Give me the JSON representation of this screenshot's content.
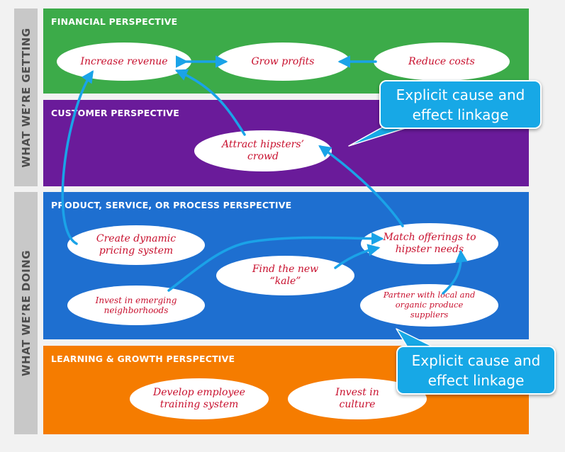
{
  "sides": {
    "top_label": "WHAT WE’RE GETTING",
    "bottom_label": "WHAT WE’RE DOING"
  },
  "bands": {
    "financial": {
      "title": "FINANCIAL PERSPECTIVE",
      "color": "#3cab49"
    },
    "customer": {
      "title": "CUSTOMER PERSPECTIVE",
      "color": "#6a1b9a"
    },
    "process": {
      "title": "PRODUCT, SERVICE, OR PROCESS PERSPECTIVE",
      "color": "#1e6fd0"
    },
    "learning": {
      "title": "LEARNING & GROWTH PERSPECTIVE",
      "color": "#f57c00"
    }
  },
  "objectives": {
    "increase_revenue": "Increase revenue",
    "grow_profits": "Grow profits",
    "reduce_costs": "Reduce costs",
    "attract_hipsters": "Attract hipsters’ crowd",
    "dynamic_pricing": "Create dynamic pricing system",
    "match_offerings": "Match offerings to hipster needs",
    "find_kale": "Find the new “kale”",
    "invest_neighborhoods": "Invest in emerging neighborhoods",
    "partner_suppliers": "Partner with local and organic produce suppliers",
    "employee_training": "Develop employee training system",
    "invest_culture": "Invest in culture"
  },
  "callouts": {
    "top": "Explicit cause and effect linkage",
    "bottom": "Explicit cause and effect linkage"
  },
  "colors": {
    "arrow": "#1aa3e8",
    "objective_text": "#c8102e",
    "callout": "#17a8e6"
  }
}
